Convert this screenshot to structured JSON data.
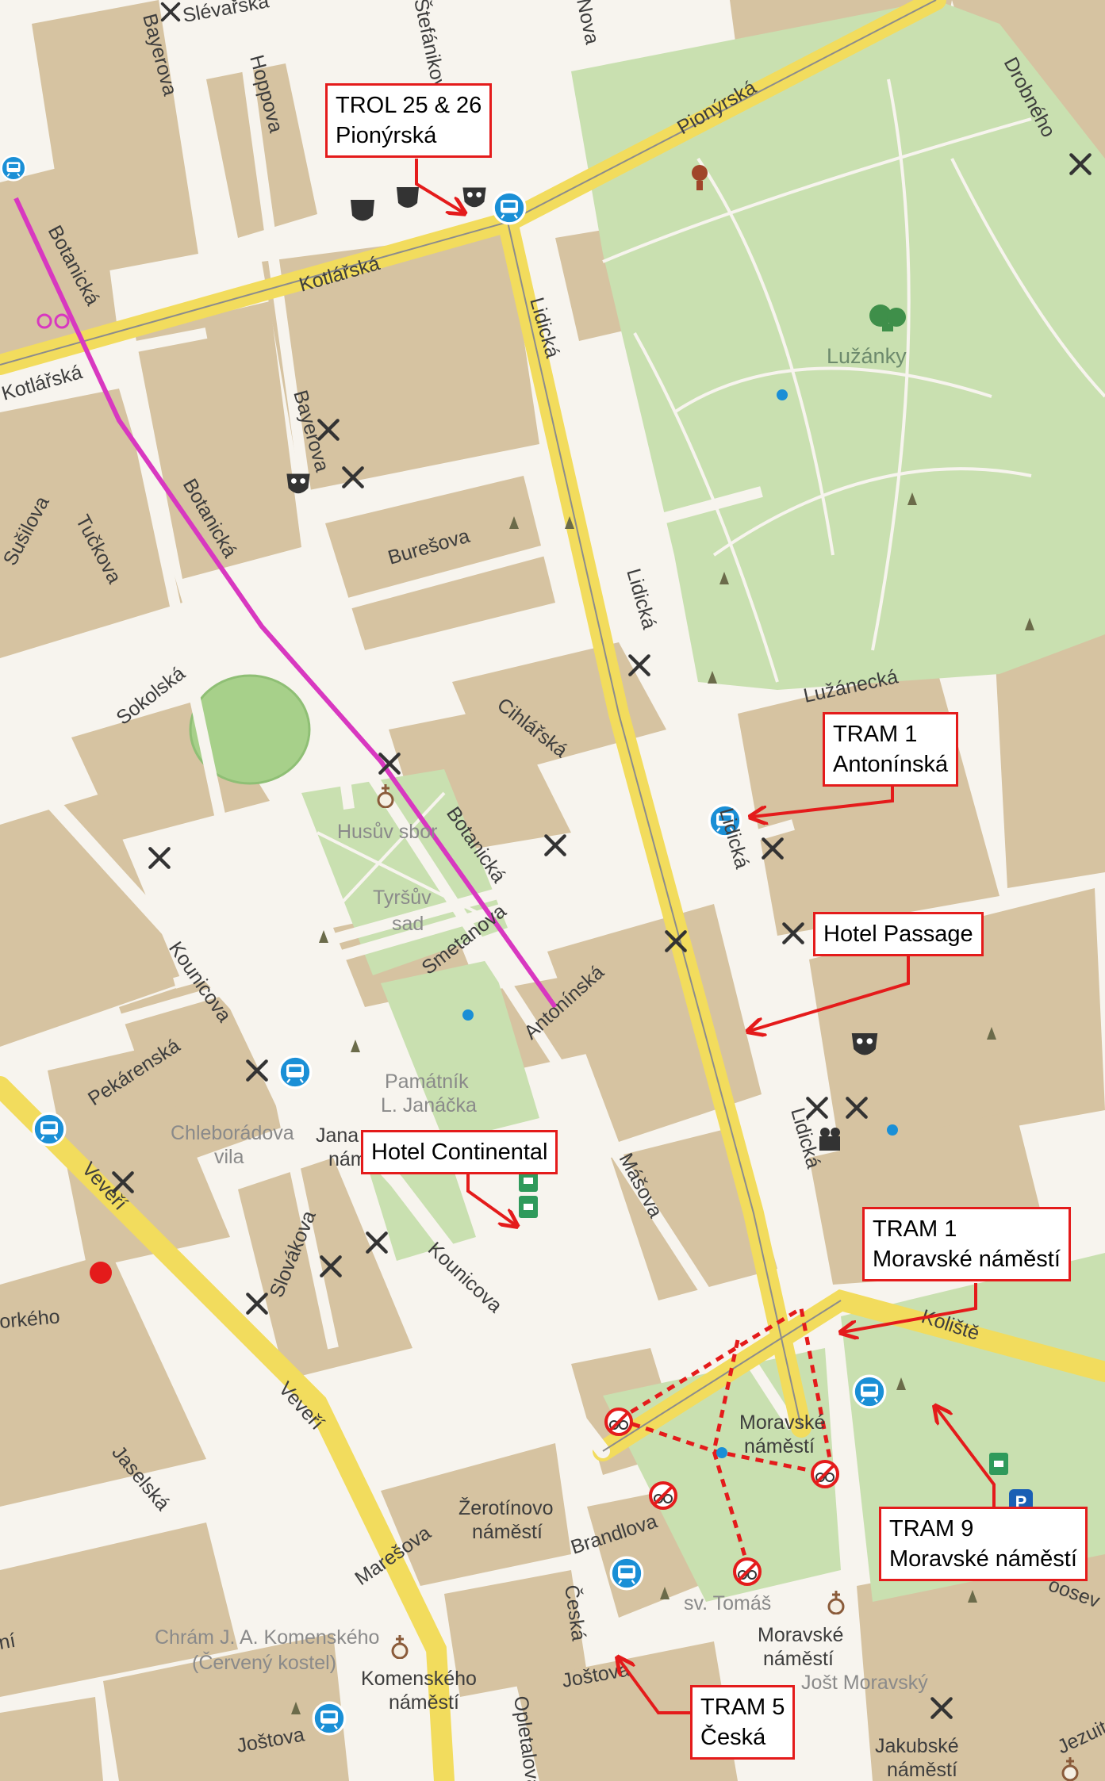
{
  "map": {
    "colors": {
      "block": "#d6c3a1",
      "street": "#f7f4ee",
      "main_road": "#f2dc5d",
      "park": "#c9e0b0",
      "cycle_route": "#d838c0",
      "annotation": "#e41b1b"
    },
    "streets": {
      "slevarska": "Slévařská",
      "bayerova_top": "Bayerova",
      "hoppova": "Hoppova",
      "stefanikova": "Štefánikova",
      "nova": "Nova",
      "pionyrska": "Pionýrská",
      "drobneho": "Drobného",
      "kotlarska": "Kotlářská",
      "kotlarska_west": "Kotlářská",
      "botanicka_top": "Botanická",
      "botanicka_mid": "Botanická",
      "botanicka_low": "Botanická",
      "lidicka_top": "Lidická",
      "lidicka_mid": "Lidická",
      "lidicka_low": "Lidická",
      "lidicka_bottom": "Lidická",
      "bayerova_mid": "Bayerova",
      "susilova": "Sušilova",
      "tuckova": "Tučkova",
      "buresova": "Burešova",
      "sokolska": "Sokolská",
      "cihlarska": "Cihlářská",
      "luzanecka": "Lužánecká",
      "smetanova": "Smetanova",
      "antoninska": "Antonínská",
      "kounicova_west": "Kounicova",
      "kounicova_mid": "Kounicova",
      "pekarenska": "Pekárenská",
      "veveri_north": "Veveří",
      "veveri_south": "Veveří",
      "masova": "Mášova",
      "slovakova": "Slovákova",
      "orkeho": "orkého",
      "koliste": "Koliště",
      "jaselska": "Jaselská",
      "maresova": "Marešova",
      "brandlova": "Brandlova",
      "ceska": "Česká",
      "jostova_east": "Joštova",
      "jostova_west": "Joštova",
      "opletalova": "Opletalova",
      "jezuitska": "Jezuitsk",
      "nini": "ní",
      "poosev": "oosev"
    },
    "places": {
      "luzanky": "Lužánky",
      "husuv_sbor": "Husův sbor",
      "tyrsuv_sad_1": "Tyršův",
      "tyrsuv_sad_2": "sad",
      "pamatnik_1": "Památník",
      "pamatnik_2": "L. Janáčka",
      "chleborad_1": "Chleborádova",
      "chleborad_2": "vila",
      "jana_1": "Jana",
      "jana_2": "náměs",
      "moravske_park_1": "Moravské",
      "moravske_park_2": "náměstí",
      "zerotin_1": "Žerotínovo",
      "zerotin_2": "náměstí",
      "chram_1": "Chrám J. A. Komenského",
      "chram_2": "(Červený kostel)",
      "komensk_1": "Komenského",
      "komensk_2": "náměstí",
      "sv_tomas": "sv. Tomáš",
      "moravske_sq_1": "Moravské",
      "moravske_sq_2": "náměstí",
      "jost": "Jošt Moravský",
      "jakubske_1": "Jakubské",
      "jakubske_2": "náměstí"
    },
    "icon_names": {
      "tram_stop": "tram-stop-icon",
      "restaurant": "restaurant-icon",
      "theatre": "theatre-icon",
      "hotel": "hotel-icon",
      "no_cycling": "no-cycling-icon",
      "church": "church-icon",
      "tree": "tree-icon",
      "cinema": "cinema-icon",
      "cycle_rental": "bicycle-icon"
    }
  },
  "callouts": {
    "trol": {
      "line1": "TROL 25 & 26",
      "line2": "Pionýrská"
    },
    "tram1_antoninska": {
      "line1": "TRAM 1",
      "line2": "Antonínská"
    },
    "hotel_passage": {
      "line1": "Hotel Passage"
    },
    "hotel_continental": {
      "line1": "Hotel Continental"
    },
    "tram1_moravske": {
      "line1": "TRAM 1",
      "line2": "Moravské náměstí"
    },
    "tram9_moravske": {
      "line1": "TRAM 9",
      "line2": "Moravské náměstí"
    },
    "tram5_ceska": {
      "line1": "TRAM 5",
      "line2": "Česká"
    }
  }
}
